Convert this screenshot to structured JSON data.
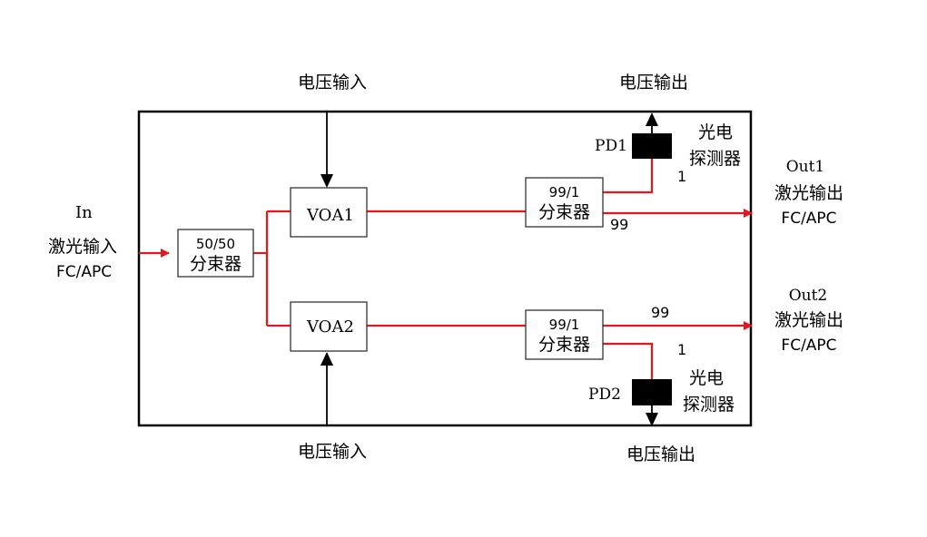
{
  "colors": {
    "signal": "#e8161c",
    "frame": "#000000",
    "detector": "#000000"
  },
  "input": {
    "tag": "In",
    "label": "激光输入",
    "connector": "FC/APC"
  },
  "splitter_main": {
    "ratio": "50/50",
    "label": "分束器"
  },
  "voa1": {
    "label": "VOA1",
    "voltage": "电压输入"
  },
  "voa2": {
    "label": "VOA2",
    "voltage": "电压输入"
  },
  "tap1": {
    "ratio": "99/1",
    "label": "分束器",
    "port_main": "99",
    "port_tap": "1"
  },
  "tap2": {
    "ratio": "99/1",
    "label": "分束器",
    "port_main": "99",
    "port_tap": "1"
  },
  "pd1": {
    "tag": "PD1",
    "label_line1": "光电",
    "label_line2": "探测器",
    "voltage": "电压输出"
  },
  "pd2": {
    "tag": "PD2",
    "label_line1": "光电",
    "label_line2": "探测器",
    "voltage": "电压输出"
  },
  "out1": {
    "tag": "Out1",
    "label": "激光输出",
    "connector": "FC/APC"
  },
  "out2": {
    "tag": "Out2",
    "label": "激光输出",
    "connector": "FC/APC"
  }
}
